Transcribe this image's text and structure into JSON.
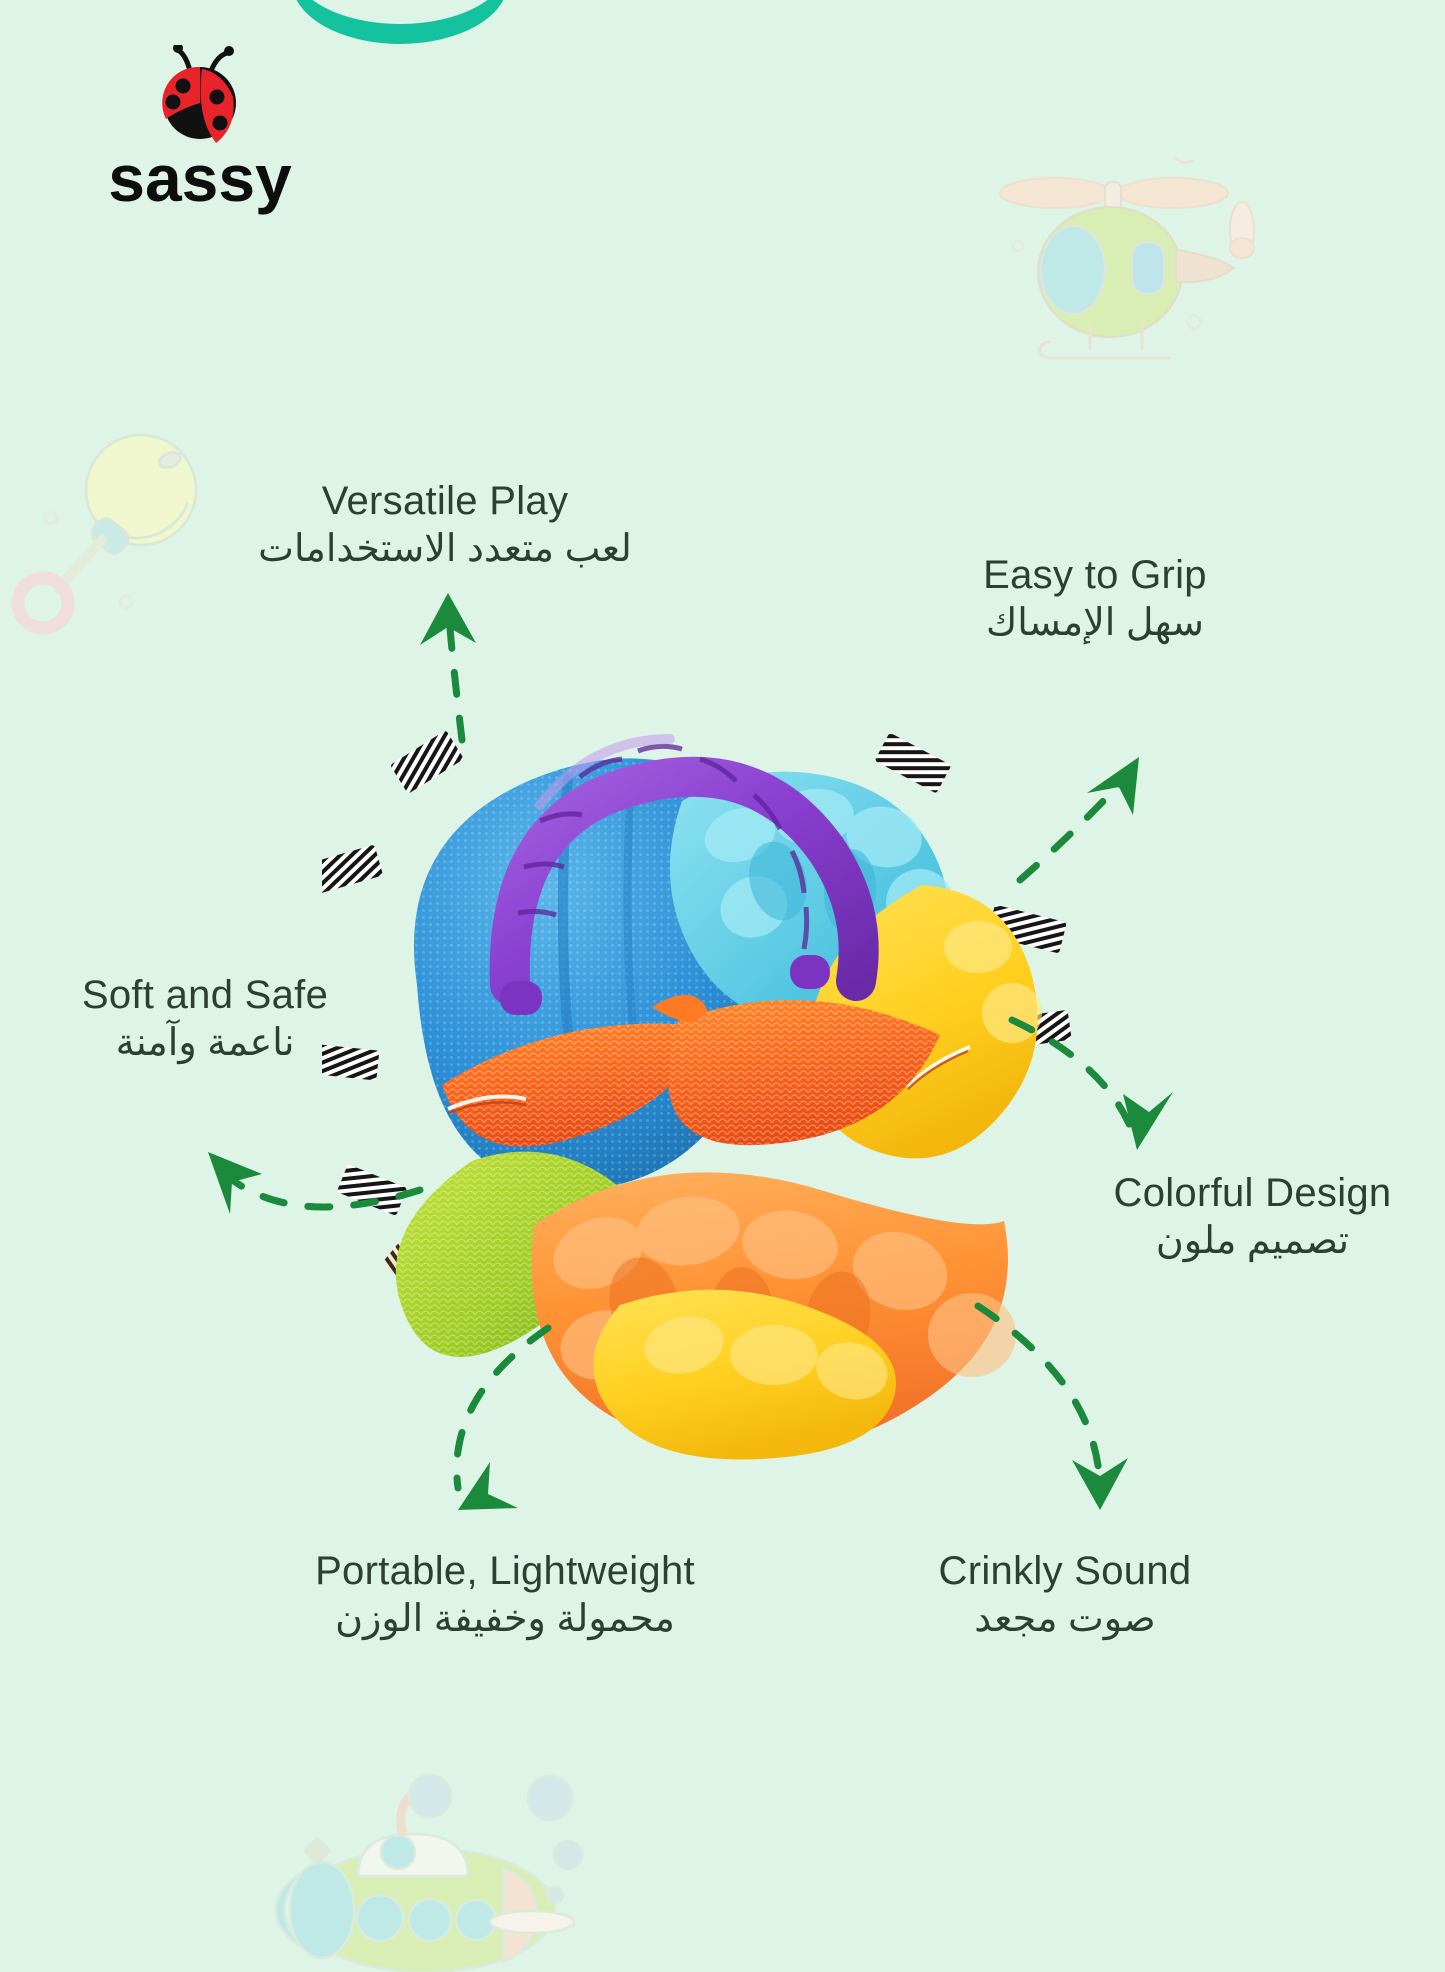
{
  "brand": {
    "name": "sassy",
    "logo_icon": "ladybug-icon",
    "wordmark_color": "#0d0d0d",
    "ladybug_red": "#e8232a",
    "ladybug_black": "#111111"
  },
  "theme": {
    "background": "#ddf4e6",
    "text_color": "#2d3e33",
    "arrow_color": "#1b8a3c"
  },
  "product": {
    "name": "plush-sensory-ball-toy",
    "teether_handle_color": "#8a3fd1",
    "fabric_colors": [
      "#2b8fd6",
      "#6fd4e8",
      "#ff6a1f",
      "#ff9a3c",
      "#a8d32a",
      "#ffd21f"
    ],
    "tag_colors": [
      "#ffffff",
      "#1a1a1a"
    ]
  },
  "decorations": [
    {
      "name": "bubble-top",
      "icon": "bubble-icon"
    },
    {
      "name": "helicopter",
      "icon": "helicopter-icon"
    },
    {
      "name": "rattle",
      "icon": "baby-rattle-icon"
    },
    {
      "name": "submarine",
      "icon": "submarine-icon"
    }
  ],
  "features": [
    {
      "id": "versatile-play",
      "en": "Versatile Play",
      "ar": "لعب متعدد الاستخدامات"
    },
    {
      "id": "easy-to-grip",
      "en": "Easy to Grip",
      "ar": "سهل الإمساك"
    },
    {
      "id": "soft-and-safe",
      "en": "Soft and Safe",
      "ar": "ناعمة وآمنة"
    },
    {
      "id": "colorful-design",
      "en": "Colorful Design",
      "ar": "تصميم ملون"
    },
    {
      "id": "portable-lightweight",
      "en": "Portable, Lightweight",
      "ar": "محمولة وخفيفة الوزن"
    },
    {
      "id": "crinkly-sound",
      "en": "Crinkly Sound",
      "ar": "صوت مجعد"
    }
  ]
}
